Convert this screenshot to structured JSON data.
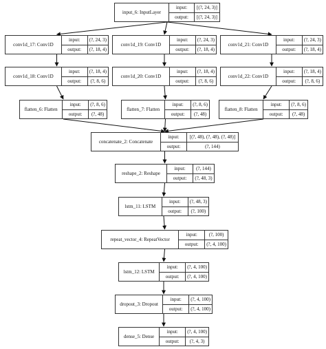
{
  "labels": {
    "input": "input:",
    "output": "output:"
  },
  "nodes": [
    {
      "id": "input_6",
      "name": "input_6: InputLayer",
      "input": "[(?, 24, 3)]",
      "output": "[(?, 24, 3)]"
    },
    {
      "id": "conv1d_17",
      "name": "conv1d_17: Conv1D",
      "input": "(?, 24, 3)",
      "output": "(?, 18, 4)"
    },
    {
      "id": "conv1d_19",
      "name": "conv1d_19: Conv1D",
      "input": "(?, 24, 3)",
      "output": "(?, 18, 4)"
    },
    {
      "id": "conv1d_21",
      "name": "conv1d_21: Conv1D",
      "input": "(?, 24, 3)",
      "output": "(?, 18, 4)"
    },
    {
      "id": "conv1d_18",
      "name": "conv1d_18: Conv1D",
      "input": "(?, 18, 4)",
      "output": "(?, 8, 6)"
    },
    {
      "id": "conv1d_20",
      "name": "conv1d_20: Conv1D",
      "input": "(?, 18, 4)",
      "output": "(?, 8, 6)"
    },
    {
      "id": "conv1d_22",
      "name": "conv1d_22: Conv1D",
      "input": "(?, 18, 4)",
      "output": "(?, 8, 6)"
    },
    {
      "id": "flatten_6",
      "name": "flatten_6: Flatten",
      "input": "(?, 8, 6)",
      "output": "(?, 48)"
    },
    {
      "id": "flatten_7",
      "name": "flatten_7: Flatten",
      "input": "(?, 8, 6)",
      "output": "(?, 48)"
    },
    {
      "id": "flatten_8",
      "name": "flatten_8: Flatten",
      "input": "(?, 8, 6)",
      "output": "(?, 48)"
    },
    {
      "id": "concatenate_2",
      "name": "concatenate_2: Concatenate",
      "input": "[(?, 48), (?, 48), (?, 48)]",
      "output": "(?, 144)"
    },
    {
      "id": "reshape_2",
      "name": "reshape_2: Reshape",
      "input": "(?, 144)",
      "output": "(?, 48, 3)"
    },
    {
      "id": "lstm_11",
      "name": "lstm_11: LSTM",
      "input": "(?, 48, 3)",
      "output": "(?, 100)"
    },
    {
      "id": "repeat_vector_4",
      "name": "repeat_vector_4: RepeatVector",
      "input": "(?, 100)",
      "output": "(?, 4, 100)"
    },
    {
      "id": "lstm_12",
      "name": "lstm_12: LSTM",
      "input": "(?, 4, 100)",
      "output": "(?, 4, 100)"
    },
    {
      "id": "dropout_3",
      "name": "dropout_3: Dropout",
      "input": "(?, 4, 100)",
      "output": "(?, 4, 100)"
    },
    {
      "id": "dense_5",
      "name": "dense_5: Dense",
      "input": "(?, 4, 100)",
      "output": "(?, 4, 3)"
    }
  ],
  "edges": [
    [
      "input_6",
      "conv1d_17"
    ],
    [
      "input_6",
      "conv1d_19"
    ],
    [
      "input_6",
      "conv1d_21"
    ],
    [
      "conv1d_17",
      "conv1d_18"
    ],
    [
      "conv1d_19",
      "conv1d_20"
    ],
    [
      "conv1d_21",
      "conv1d_22"
    ],
    [
      "conv1d_18",
      "flatten_6"
    ],
    [
      "conv1d_20",
      "flatten_7"
    ],
    [
      "conv1d_22",
      "flatten_8"
    ],
    [
      "flatten_6",
      "concatenate_2"
    ],
    [
      "flatten_7",
      "concatenate_2"
    ],
    [
      "flatten_8",
      "concatenate_2"
    ],
    [
      "concatenate_2",
      "reshape_2"
    ],
    [
      "reshape_2",
      "lstm_11"
    ],
    [
      "lstm_11",
      "repeat_vector_4"
    ],
    [
      "repeat_vector_4",
      "lstm_12"
    ],
    [
      "lstm_12",
      "dropout_3"
    ],
    [
      "dropout_3",
      "dense_5"
    ]
  ]
}
